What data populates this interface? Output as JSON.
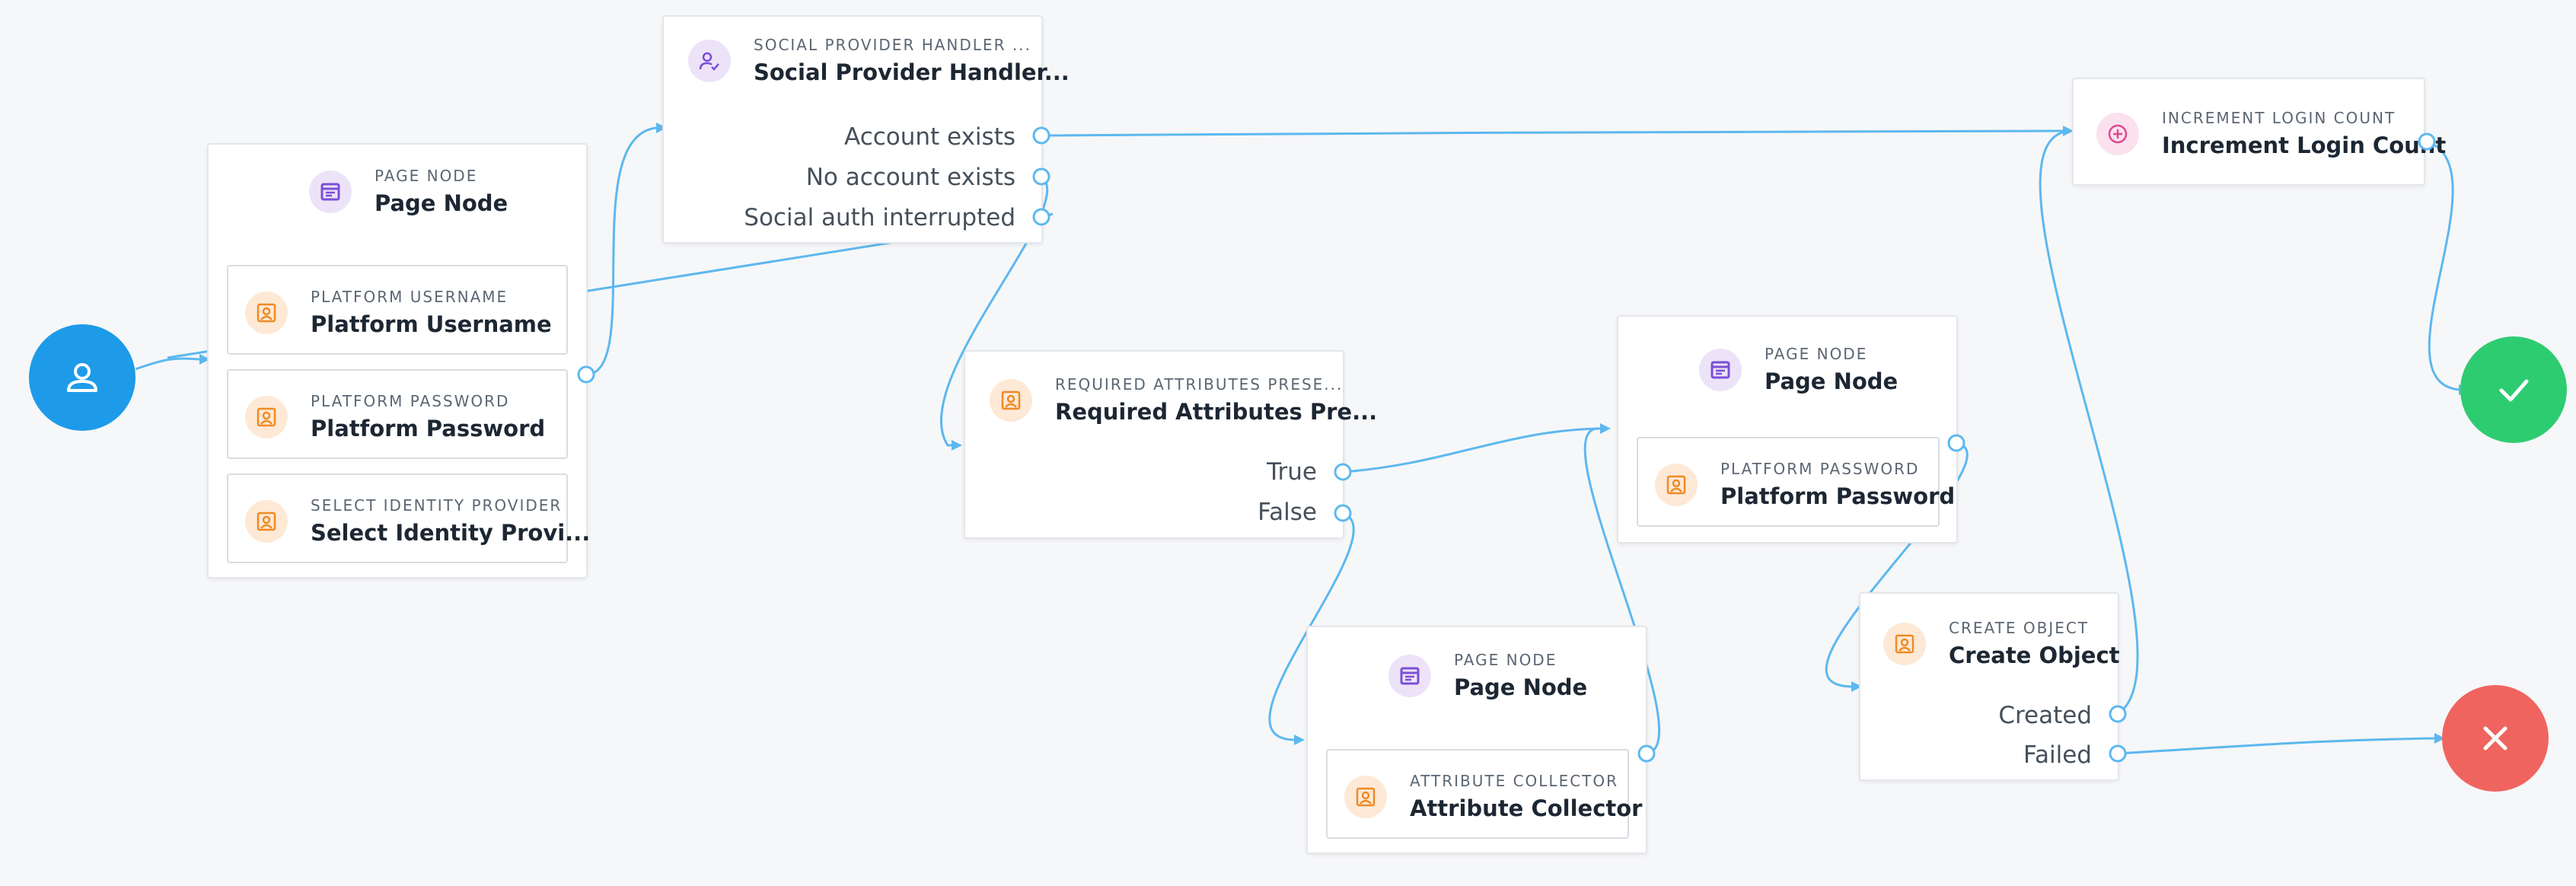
{
  "colors": {
    "canvas": "#f6f7f9",
    "wire": "#5db8ef",
    "start": "#1e9be8",
    "success": "#2ecc71",
    "failure": "#f0645f",
    "page_icon": "#7b4fd6",
    "input_icon": "#f08a24",
    "increment_icon": "#e0478f"
  },
  "start": {
    "icon": "user-icon"
  },
  "success": {
    "icon": "checkmark-icon"
  },
  "failure": {
    "icon": "x-icon"
  },
  "page_node_1": {
    "kind": "PAGE NODE",
    "title": "Page Node",
    "children": [
      {
        "kind": "PLATFORM USERNAME",
        "title": "Platform Username"
      },
      {
        "kind": "PLATFORM PASSWORD",
        "title": "Platform Password"
      },
      {
        "kind": "SELECT IDENTITY PROVIDER",
        "title": "Select Identity Provi..."
      }
    ]
  },
  "social_handler": {
    "kind": "SOCIAL PROVIDER HANDLER ...",
    "title": "Social Provider Handler...",
    "outcomes": [
      "Account exists",
      "No account exists",
      "Social auth interrupted"
    ]
  },
  "required_attrs": {
    "kind": "REQUIRED ATTRIBUTES PRESE...",
    "title": "Required Attributes Pre...",
    "outcomes": [
      "True",
      "False"
    ]
  },
  "page_node_2": {
    "kind": "PAGE NODE",
    "title": "Page Node",
    "child": {
      "kind": "PLATFORM PASSWORD",
      "title": "Platform Password"
    }
  },
  "page_node_3": {
    "kind": "PAGE NODE",
    "title": "Page Node",
    "child": {
      "kind": "ATTRIBUTE COLLECTOR",
      "title": "Attribute Collector"
    }
  },
  "increment_login": {
    "kind": "INCREMENT LOGIN COUNT",
    "title": "Increment Login Count"
  },
  "create_object": {
    "kind": "CREATE OBJECT",
    "title": "Create Object",
    "outcomes": [
      "Created",
      "Failed"
    ]
  }
}
